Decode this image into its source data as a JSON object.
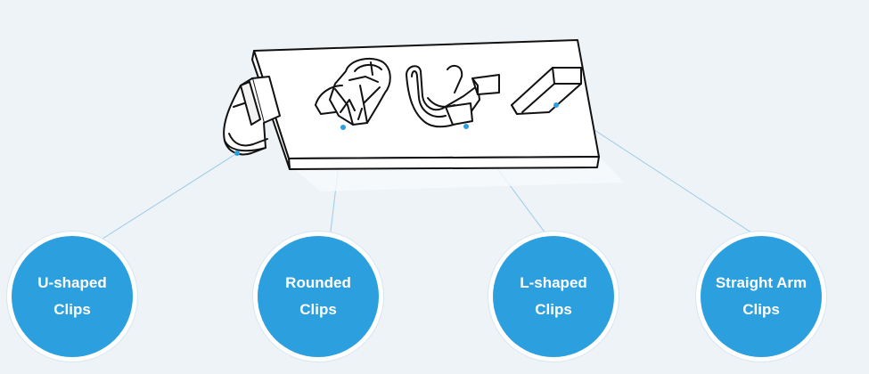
{
  "colors": {
    "background": "#eef3f7",
    "bubble": "#2c9fdf",
    "bubble_text": "#ffffff",
    "leader_line": "#9ccbe6",
    "drawing_stroke": "#111111"
  },
  "labels": [
    {
      "line1": "U-shaped",
      "line2": "Clips"
    },
    {
      "line1": "Rounded",
      "line2": "Clips"
    },
    {
      "line1": "L-shaped",
      "line2": "Clips"
    },
    {
      "line1": "Straight Arm",
      "line2": "Clips"
    }
  ]
}
